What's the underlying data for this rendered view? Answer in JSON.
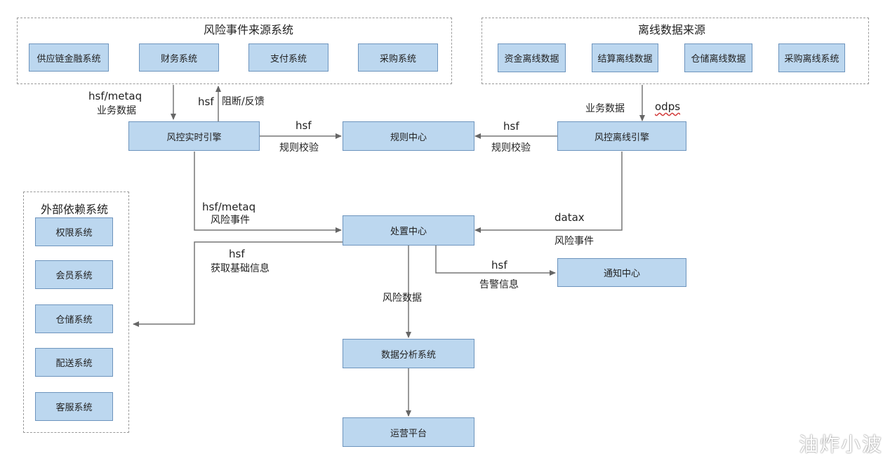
{
  "groups": {
    "source": {
      "title": "风险事件来源系统",
      "items": [
        "供应链金融系统",
        "财务系统",
        "支付系统",
        "采购系统"
      ]
    },
    "offline": {
      "title": "离线数据来源",
      "items": [
        "资金离线数据",
        "结算离线数据",
        "仓储离线数据",
        "采购离线系统"
      ]
    },
    "external": {
      "title": "外部依赖系统",
      "items": [
        "权限系统",
        "会员系统",
        "仓储系统",
        "配送系统",
        "客服系统"
      ]
    }
  },
  "nodes": {
    "realtime": "风控实时引擎",
    "rules": "规则中心",
    "offline_engine": "风控离线引擎",
    "disposal": "处置中心",
    "notify": "通知中心",
    "analysis": "数据分析系统",
    "ops": "运营平台"
  },
  "labels": {
    "src_proto": "hsf/metaq",
    "src_data": "业务数据",
    "block_proto": "hsf",
    "block_text": "阻断/反馈",
    "rt_rules_proto": "hsf",
    "rt_rules_text": "规则校验",
    "off_rules_proto": "hsf",
    "off_rules_text": "规则校验",
    "off_data": "业务数据",
    "off_proto": "odps",
    "rt_disp_proto": "hsf/metaq",
    "rt_disp_text": "风险事件",
    "off_disp_proto": "datax",
    "off_disp_text": "风险事件",
    "ext_proto": "hsf",
    "ext_text": "获取基础信息",
    "notify_proto": "hsf",
    "notify_text": "告警信息",
    "analysis_text": "风险数据"
  },
  "watermark": "油炸小波"
}
